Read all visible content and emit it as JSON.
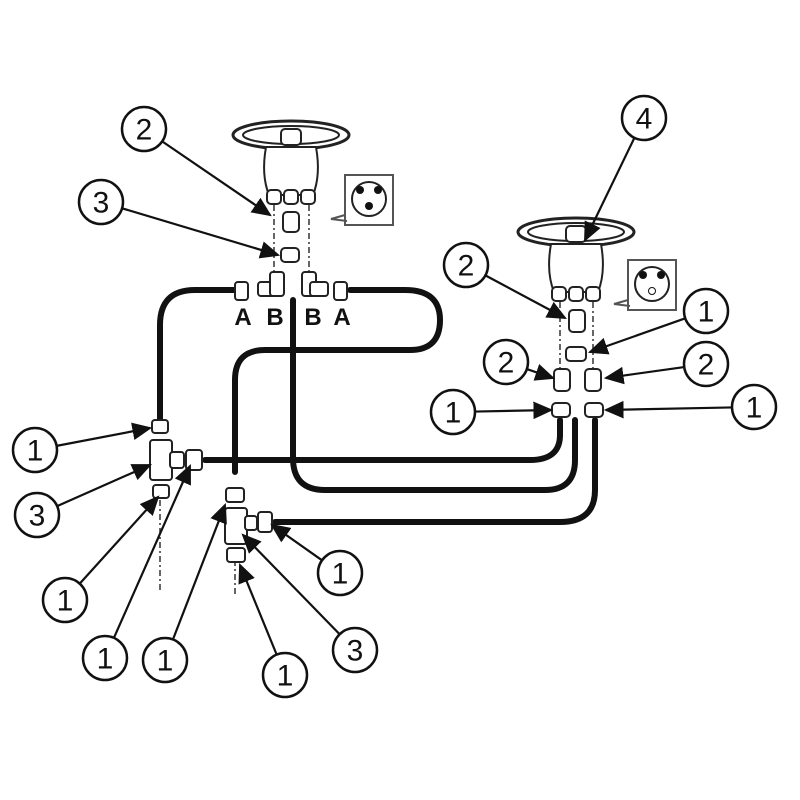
{
  "diagram": {
    "port_labels": [
      "A",
      "B",
      "B",
      "A"
    ],
    "callouts": [
      "2",
      "3",
      "4",
      "2",
      "1",
      "2",
      "2",
      "1",
      "1",
      "1",
      "3",
      "1",
      "1",
      "1",
      "1",
      "3",
      "1"
    ],
    "colors": {
      "line": "#111111",
      "background": "#ffffff"
    },
    "icons": [
      "steering-wheel-icon",
      "helm-pump-icon",
      "three-port-connector-icon",
      "t-fitting-icon",
      "elbow-fitting-icon",
      "hose-connector-icon"
    ]
  }
}
